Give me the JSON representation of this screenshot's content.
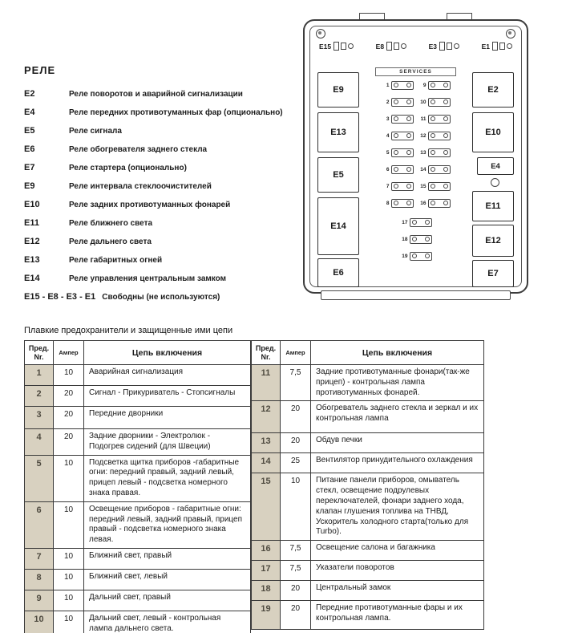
{
  "relays": {
    "heading": "РЕЛЕ",
    "items": [
      {
        "code": "E2",
        "desc": "Реле поворотов и аварийной сигнализации"
      },
      {
        "code": "E4",
        "desc": "Реле передних противотуманных фар (опционально)"
      },
      {
        "code": "E5",
        "desc": "Реле сигнала"
      },
      {
        "code": "E6",
        "desc": "Реле обогревателя заднего стекла"
      },
      {
        "code": "E7",
        "desc": "Реле стартера (опционально)"
      },
      {
        "code": "E9",
        "desc": "Реле интервала стеклоочистителей"
      },
      {
        "code": "E10",
        "desc": "Реле задних противотуманных фонарей"
      },
      {
        "code": "E11",
        "desc": "Реле ближнего света"
      },
      {
        "code": "E12",
        "desc": "Реле дальнего света"
      },
      {
        "code": "E13",
        "desc": "Реле габаритных огней"
      },
      {
        "code": "E14",
        "desc": "Реле управления центральным замком"
      },
      {
        "code": "E15 - E8 - E3 - E1",
        "desc": "Свободны (не используются)"
      }
    ]
  },
  "diagram": {
    "top_connector_labels": [
      "E15",
      "E8",
      "E3",
      "E1"
    ],
    "services_label": "SERVICES",
    "left_relays": [
      "E9",
      "E13",
      "E5",
      "E14",
      "E6"
    ],
    "right_relays": [
      "E2",
      "E10",
      "E4",
      "E11",
      "E12",
      "E7"
    ],
    "fuses": [
      "1",
      "2",
      "3",
      "4",
      "5",
      "6",
      "7",
      "8",
      "9",
      "10",
      "11",
      "12",
      "13",
      "14",
      "15",
      "16",
      "17",
      "18",
      "19"
    ]
  },
  "fuse_table": {
    "title": "Плавкие предохранители и защищенные ими цепи",
    "headers": {
      "nr": "Пред. Nr.",
      "amp": "Ампер",
      "circuit": "Цепь включения"
    },
    "left_rows": [
      {
        "nr": "1",
        "amp": "10",
        "circuit": "Аварийная сигнализация"
      },
      {
        "nr": "2",
        "amp": "20",
        "circuit": "Сигнал - Прикуриватель - Стопсигналы"
      },
      {
        "nr": "3",
        "amp": "20",
        "circuit": "Передние дворники"
      },
      {
        "nr": "4",
        "amp": "20",
        "circuit": "Задние дворники - Электролюк - Подогрев сидений (для Швеции)"
      },
      {
        "nr": "5",
        "amp": "10",
        "circuit": "Подсветка щитка приборов -габаритные огни: передний правый, задний левый, прицеп левый - подсветка номерного знака правая."
      },
      {
        "nr": "6",
        "amp": "10",
        "circuit": "Освещение приборов - габаритные огни: передний левый, задний правый, прицеп правый - подсветка номерного знака левая."
      },
      {
        "nr": "7",
        "amp": "10",
        "circuit": "Ближний свет, правый"
      },
      {
        "nr": "8",
        "amp": "10",
        "circuit": "Ближний свет, левый"
      },
      {
        "nr": "9",
        "amp": "10",
        "circuit": "Дальний свет, правый"
      },
      {
        "nr": "10",
        "amp": "10",
        "circuit": "Дальний свет, левый - контрольная лампа дальнего света."
      }
    ],
    "right_rows": [
      {
        "nr": "11",
        "amp": "7,5",
        "circuit": "Задние противотуманные фонари(так-же прицеп) - контрольная лампа противотуманных фонарей."
      },
      {
        "nr": "12",
        "amp": "20",
        "circuit": "Обогреватель заднего стекла и зеркал и их контрольная лампа"
      },
      {
        "nr": "13",
        "amp": "20",
        "circuit": "Обдув печки"
      },
      {
        "nr": "14",
        "amp": "25",
        "circuit": "Вентилятор принудительного охлаждения"
      },
      {
        "nr": "15",
        "amp": "10",
        "circuit": "Питание панели приборов, омыватель стекл, освещение подрулевых  переключателей, фонари заднего хода, клапан глушения топлива на ТНВД, Ускоритель холодного старта(только для Turbo)."
      },
      {
        "nr": "16",
        "amp": "7,5",
        "circuit": "Освещение салона и багажника"
      },
      {
        "nr": "17",
        "amp": "7,5",
        "circuit": "Указатели поворотов"
      },
      {
        "nr": "18",
        "amp": "20",
        "circuit": "Центральный замок"
      },
      {
        "nr": "19",
        "amp": "20",
        "circuit": "Передние противотуманные фары и их контрольная лампа."
      }
    ]
  }
}
